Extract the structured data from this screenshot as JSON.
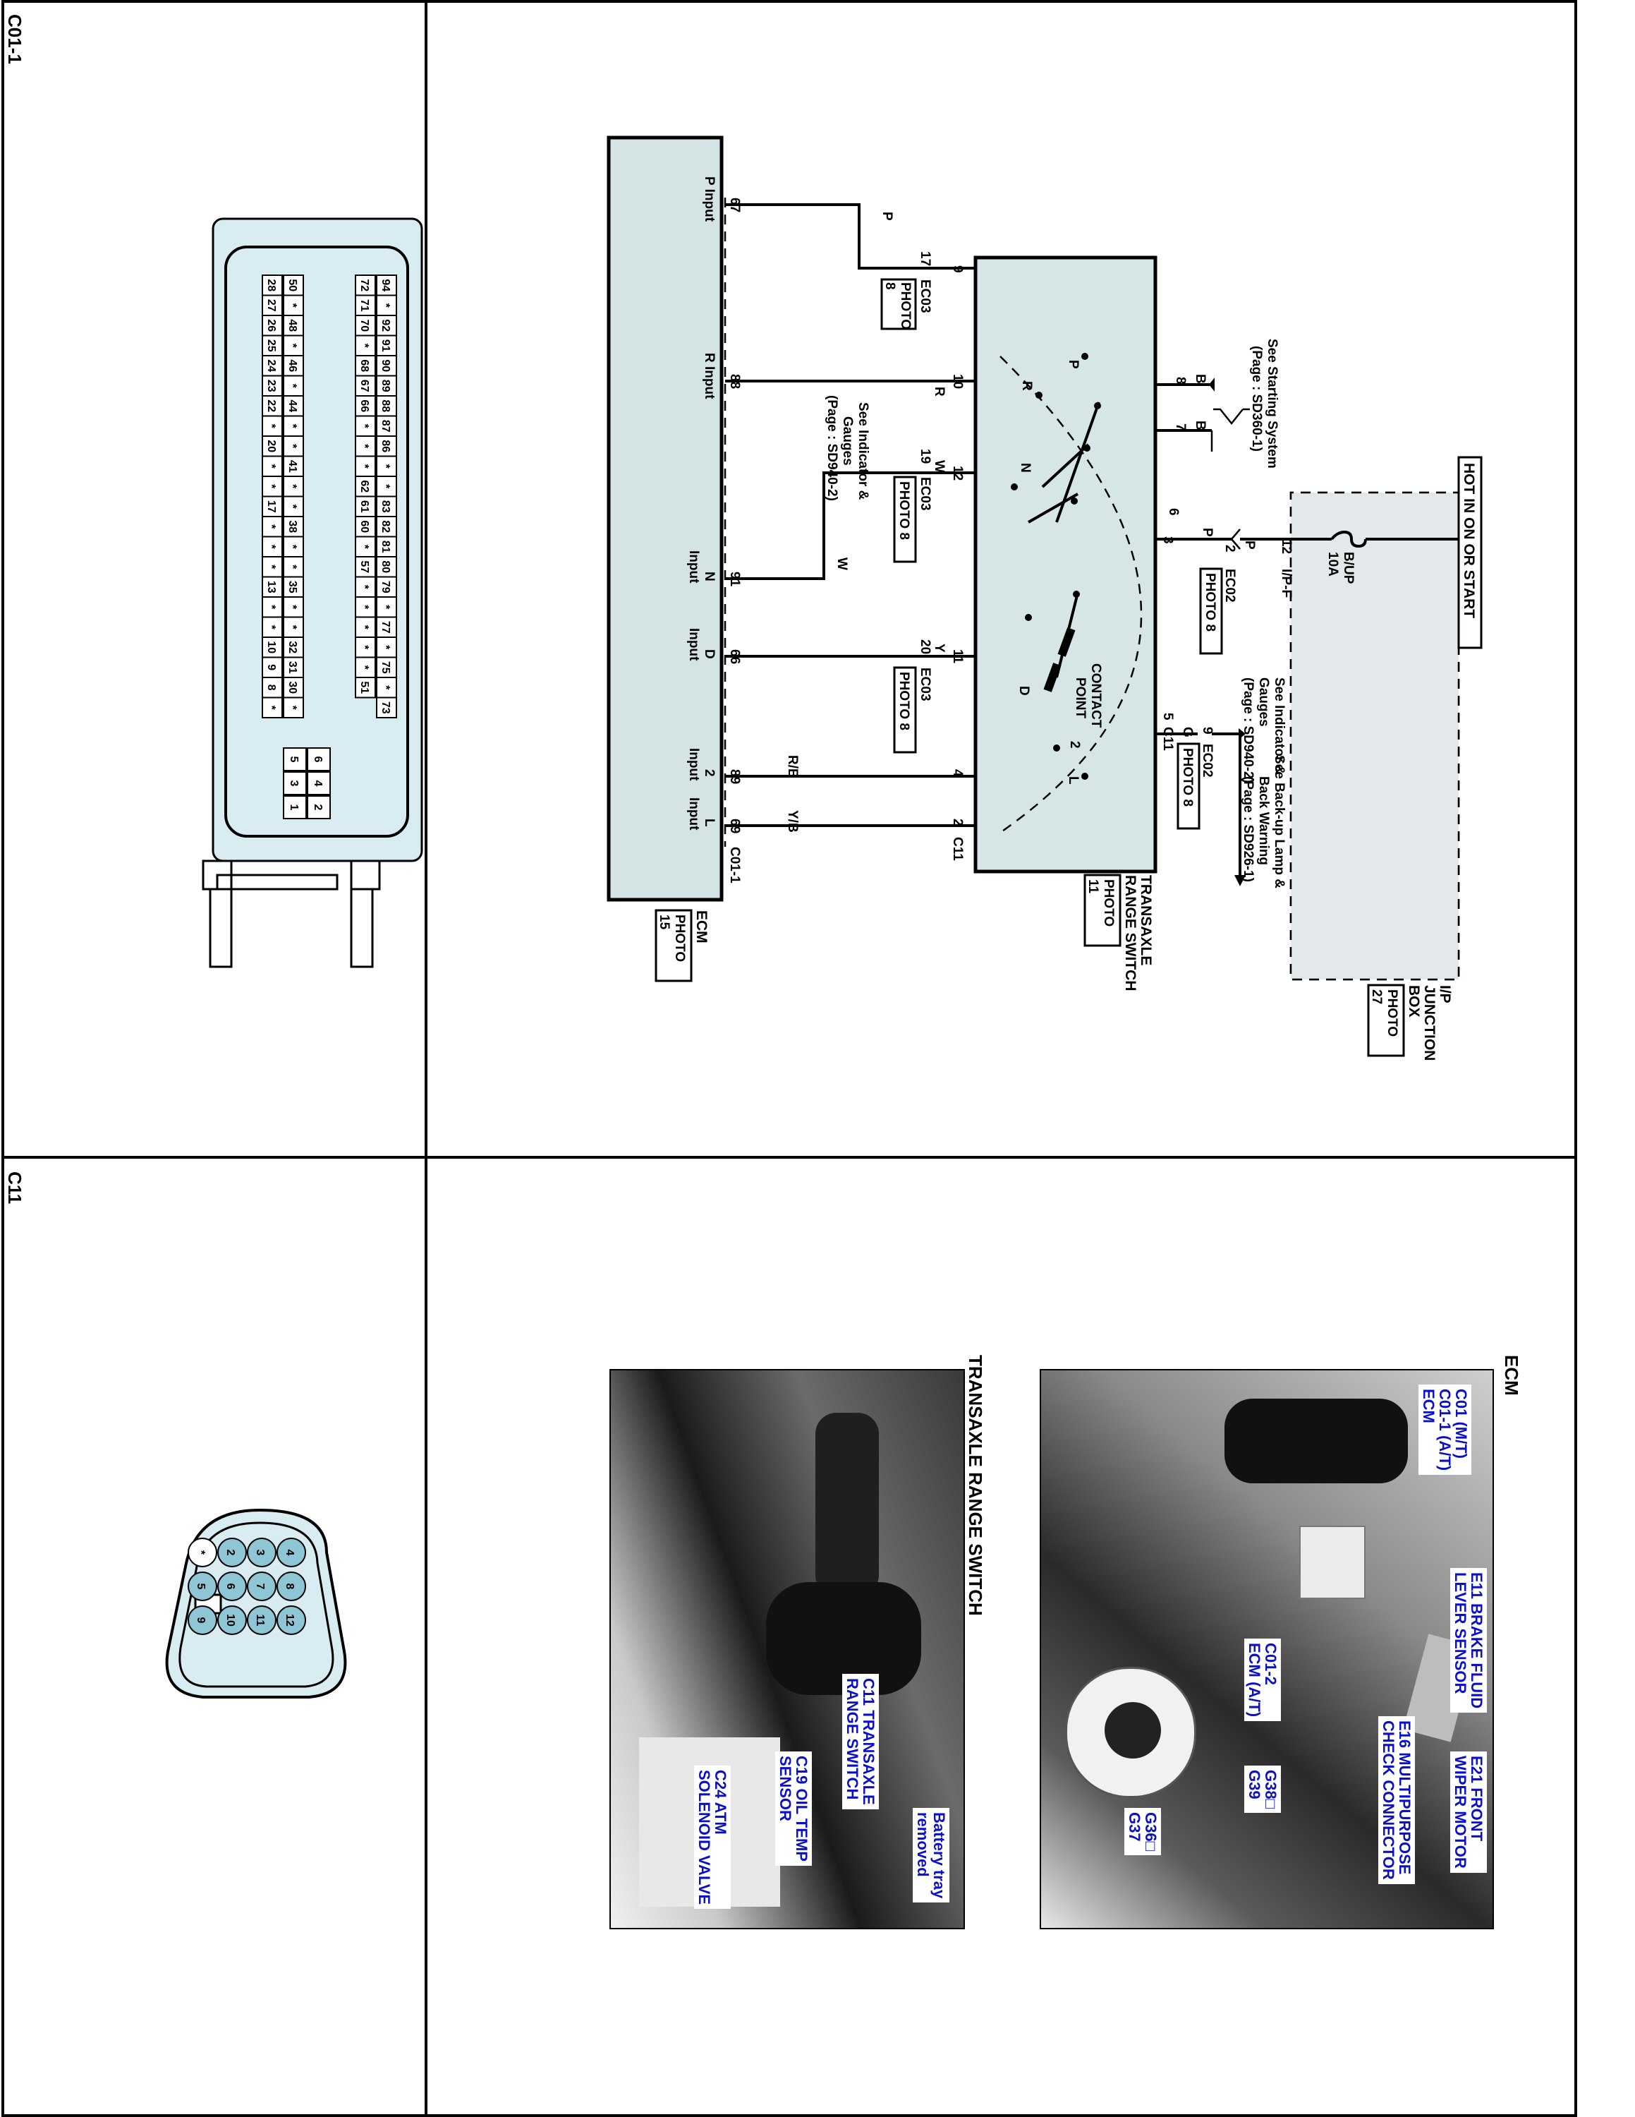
{
  "connectors": {
    "c01_1": {
      "title": "C01-1",
      "row_top": [
        "94",
        "*",
        "92",
        "91",
        "90",
        "89",
        "88",
        "87",
        "86",
        "*",
        "*",
        "83",
        "82",
        "81",
        "80",
        "79",
        "*",
        "77",
        "*",
        "75",
        "*",
        "73"
      ],
      "row_mid": [
        "72",
        "71",
        "70",
        "*",
        "68",
        "67",
        "66",
        "*",
        "*",
        "*",
        "62",
        "61",
        "60",
        "*",
        "57",
        "*",
        "*",
        "*",
        "*",
        "*",
        "51"
      ],
      "row_3": [
        "50",
        "*",
        "48",
        "*",
        "46",
        "*",
        "44",
        "*",
        "*",
        "41",
        "*",
        "*",
        "38",
        "*",
        "*",
        "35",
        "*",
        "*",
        "32",
        "31",
        "30",
        "*"
      ],
      "row_bot": [
        "28",
        "27",
        "26",
        "25",
        "24",
        "23",
        "22",
        "*",
        "20",
        "*",
        "*",
        "17",
        "*",
        "*",
        "*",
        "13",
        "*",
        "*",
        "10",
        "9",
        "8",
        "*"
      ],
      "small_top": [
        "6",
        "4",
        "2"
      ],
      "small_bot": [
        "5",
        "3",
        "1"
      ]
    },
    "c11": {
      "title": "C11",
      "pins": [
        "4",
        "3",
        "2",
        "*",
        "8",
        "7",
        "6",
        "5",
        "12",
        "11",
        "10",
        "9"
      ]
    }
  },
  "schematic": {
    "header": "HOT IN ON OR START",
    "ip_box": [
      "I/P",
      "JUNCTION",
      "BOX"
    ],
    "ip_photo": [
      "PHOTO",
      "27"
    ],
    "fuse": [
      "B/UP",
      "10A"
    ],
    "ipf": "I/P-F",
    "ipf_pin": "12",
    "wire_p": "P",
    "ec02": "EC02",
    "ec02_pin_2": "2",
    "ec02_pin_9": "9",
    "ec02_g": "G",
    "photo8": "PHOTO 8",
    "see_starting": [
      "See Starting System",
      "(Page : SD360-1)"
    ],
    "see_indicator_top": [
      "See Indicator &",
      "Gauges",
      "(Page : SD940-2)"
    ],
    "see_backup": [
      "See Back-up Lamp &",
      "Back Warning",
      "(Page : SD926-1)"
    ],
    "b_pin": "B",
    "pin_8": "8",
    "pin_7": "7",
    "pin_6": "6",
    "pin_3": "3",
    "c11_5": "5",
    "c11_label": "C11",
    "trs": [
      "TRANSAXLE",
      "RANGE SWITCH"
    ],
    "trs_photo": [
      "PHOTO",
      "11"
    ],
    "contact": [
      "CONTACT",
      "POINT"
    ],
    "pos_p": "P",
    "pos_r": "R",
    "pos_n": "N",
    "pos_d": "D",
    "pos_2": "2",
    "pos_l": "L",
    "trs_pins": [
      "9",
      "10",
      "12",
      "11",
      "4",
      "2"
    ],
    "wire_r": "R",
    "wire_w": "W",
    "wire_y": "Y",
    "wire_rb": "R/B",
    "wire_yb": "Y/B",
    "ec03": "EC03",
    "ec03_pins": [
      "17",
      "19",
      "20"
    ],
    "photo8_small": [
      "PHOTO",
      "8"
    ],
    "see_indicator_mid": [
      "See Indicator &",
      "Gauges",
      "(Page : SD940-2)"
    ],
    "ecm_pins": [
      "67",
      "88",
      "91",
      "66",
      "89",
      "69"
    ],
    "ecm_inputs": [
      [
        "P Input"
      ],
      [
        "R Input"
      ],
      [
        "N",
        "Input"
      ],
      [
        "D",
        "Input"
      ],
      [
        "2",
        "Input"
      ],
      [
        "L",
        "Input"
      ]
    ],
    "c01_1": "C01-1",
    "ecm": "ECM",
    "ecm_photo": [
      "PHOTO",
      "15"
    ]
  },
  "photos": {
    "ecm_title": "ECM",
    "ecm_callouts": [
      "E21 FRONT\nWIPER MOTOR",
      "E11 BRAKE FLUID\nLEVER SENSOR",
      "E16 MULTIPURPOSE\nCHECK CONNECTOR",
      "C01 (M/T)\nC01-1 (A/T)\nECM",
      "C01-2\nECM (A/T)",
      "G38□\nG39",
      "G36□\nG37"
    ],
    "trs_title": "TRANSAXLE RANGE SWITCH",
    "trs_callouts": [
      "Battery tray\nremoved",
      "C11 TRANSAXLE\nRANGE SWITCH",
      "C19 OIL TEMP\nSENSOR",
      "C24 ATM\nSOLENOID VALVE"
    ]
  },
  "colors": {
    "connector_fill": "#d9ecf1",
    "callout_text": "#0a10c8",
    "ecm_fill": "#d4e3e4"
  }
}
